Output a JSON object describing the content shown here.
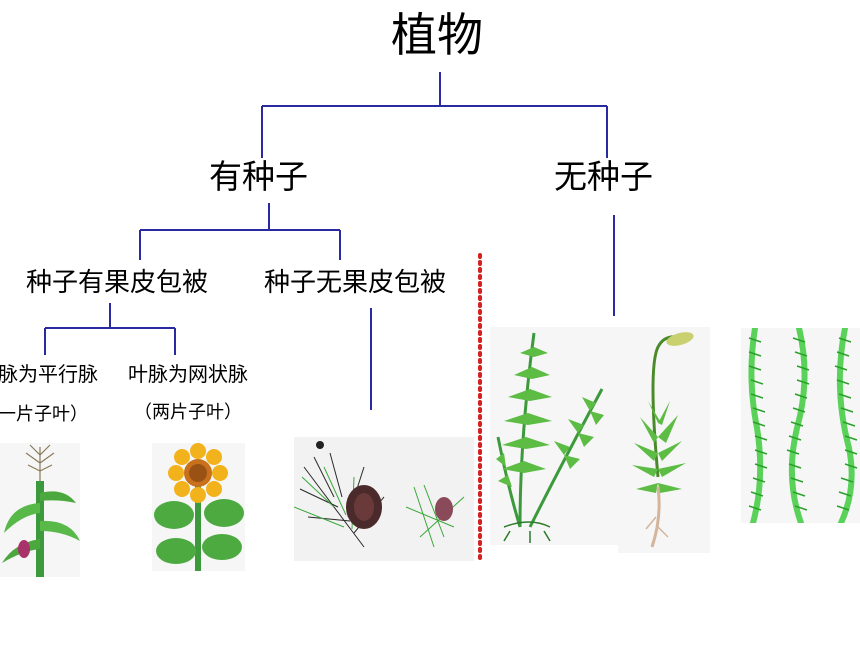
{
  "tree": {
    "root": "植物",
    "with_seed": "有种子",
    "without_seed": "无种子",
    "angiosperm": "种子有果皮包被",
    "gymnosperm": "种子无果皮包被",
    "parallel_veins": "脉为平行脉",
    "one_cotyledon": "一片子叶）",
    "net_veins": "叶脉为网状脉",
    "two_cotyledons": "（两片子叶）"
  },
  "colors": {
    "branch_line": "#2a2aa0",
    "divider": "#d42020",
    "leaf_green": "#3fa83f"
  },
  "illustrations": [
    "corn-plant",
    "sunflower",
    "pine-branch",
    "fern",
    "moss",
    "algae"
  ]
}
